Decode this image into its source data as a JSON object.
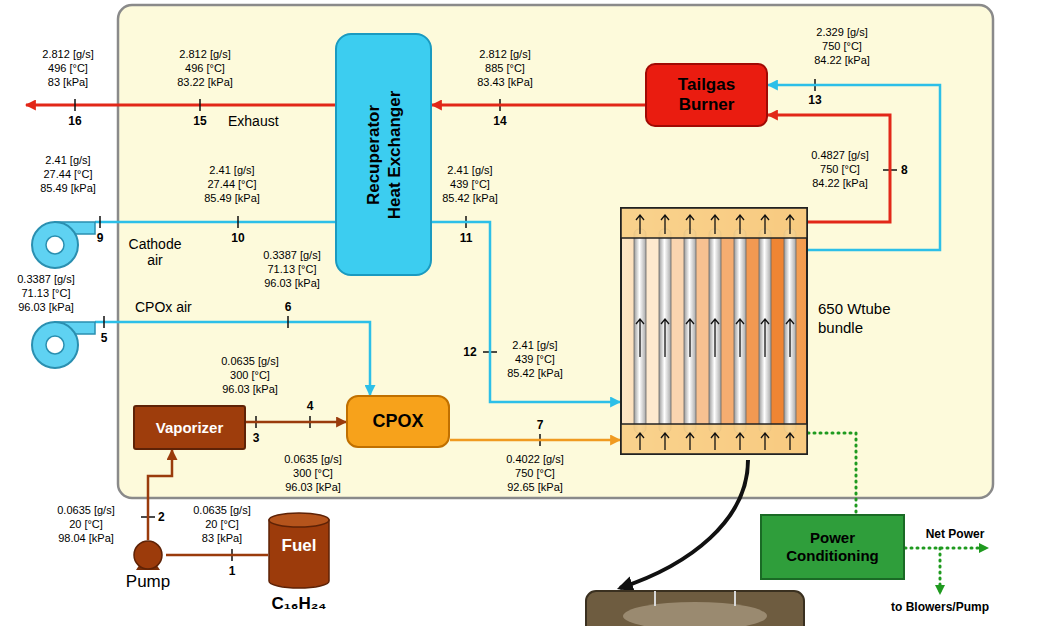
{
  "diagram": {
    "nodes": [
      {
        "text": [
          "Recuperator Heat Exchanger"
        ]
      },
      {
        "text": [
          "Tailgas Burner"
        ]
      },
      {
        "text": [
          "650 Wtube bundle"
        ]
      },
      {
        "text": [
          "Vaporizer"
        ]
      },
      {
        "text": [
          "CPOX"
        ]
      },
      {
        "text": [
          "Pump"
        ]
      },
      {
        "text": [
          "Fuel",
          "C₁₆H₂₄"
        ]
      },
      {
        "text": [
          "Power Conditioning"
        ]
      }
    ],
    "edges": [
      {
        "from": 6,
        "to": 5,
        "arrow": "none"
      },
      {
        "from": 5,
        "to": 3,
        "arrow": "to"
      },
      {
        "from": 3,
        "to": 4,
        "arrow": "to"
      },
      {
        "from": 0,
        "to": 2,
        "arrow": "to"
      },
      {
        "from": 4,
        "to": 2,
        "arrow": "to"
      },
      {
        "from": 2,
        "to": 1,
        "arrow": "to"
      },
      {
        "from": 2,
        "to": 1,
        "arrow": "to"
      },
      {
        "from": 1,
        "to": 0,
        "arrow": "to"
      },
      {
        "from": 2,
        "to": 7,
        "arrow": "none"
      }
    ],
    "labels": [
      "2.812 [g/s] 496 [°C] 83 [kPa]",
      "16",
      "2.812 [g/s] 496 [°C] 83.22 [kPa]",
      "15",
      "Exhaust",
      "2.812 [g/s] 885 [°C] 83.43 [kPa]",
      "14",
      "2.329 [g/s] 750 [°C] 84.22 [kPa]",
      "13",
      "0.4827 [g/s] 750 [°C] 84.22 [kPa]",
      "8",
      "2.41 [g/s] 27.44 [°C] 85.49 [kPa]",
      "9",
      "2.41 [g/s] 27.44 [°C] 85.49 [kPa]",
      "10",
      "2.41 [g/s] 439 [°C] 85.42 [kPa]",
      "11",
      "Cathode air",
      "0.3387 [g/s] 71.13 [°C] 96.03 [kPa]",
      "5",
      "0.3387 [g/s] 71.13 [°C] 96.03 [kPa]",
      "6",
      "CPOx air",
      "2.41 [g/s] 439 [°C] 85.42 [kPa]",
      "12",
      "0.0635 [g/s] 300 [°C] 96.03 [kPa]",
      "3",
      "4",
      "0.0635 [g/s] 300 [°C] 96.03 [kPa]",
      "7",
      "0.4022 [g/s] 750 [°C] 92.65 [kPa]",
      "0.0635 [g/s] 20 [°C] 98.04 [kPa]",
      "2",
      "0.0635 [g/s] 20 [°C] 83 [kPa]",
      "1",
      "Net Power",
      "to Blowers/Pump"
    ]
  }
}
